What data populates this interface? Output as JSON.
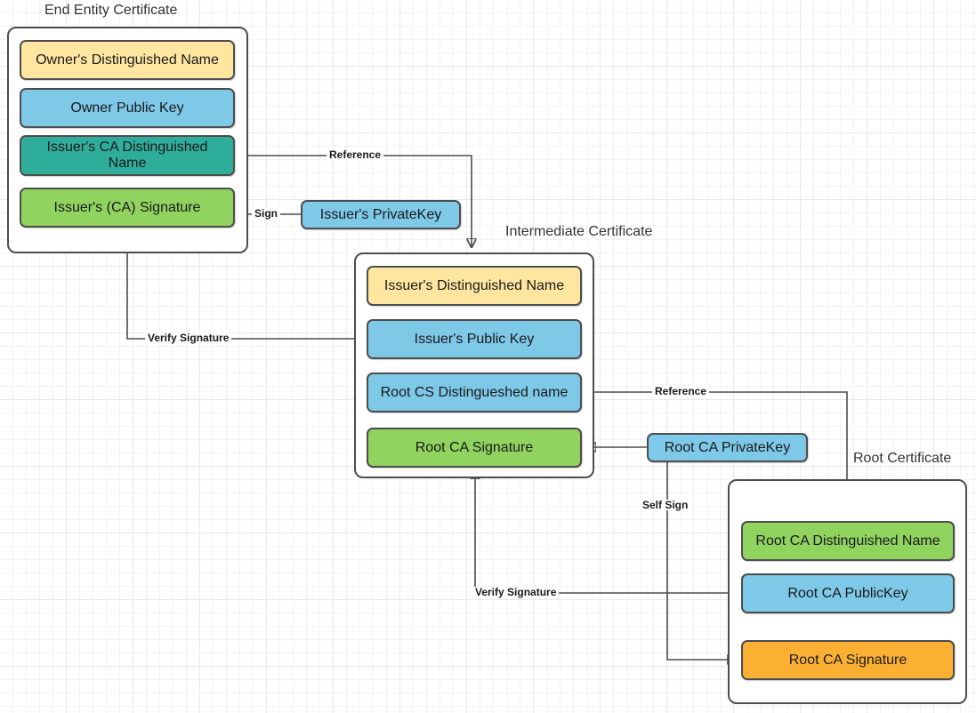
{
  "diagram": {
    "title_end_entity": "End Entity Certificate",
    "title_intermediate": "Intermediate Certificate",
    "title_root": "Root Certificate",
    "colors": {
      "yellow": "#ffe6a0",
      "blue": "#7ec8e8",
      "teal": "#2fad9b",
      "green": "#90d35f",
      "orange": "#fbb034",
      "stroke": "#4d4d4d",
      "grid_minor": "#f2f2f2",
      "grid_major": "#e8e8e8"
    }
  },
  "end_entity_certificate": {
    "fields": [
      {
        "label": "Owner's Distinguished Name",
        "color": "yellow"
      },
      {
        "label": "Owner Public  Key",
        "color": "blue"
      },
      {
        "label": "Issuer's CA Distinguished Name",
        "color": "teal"
      },
      {
        "label": "Issuer's (CA) Signature",
        "color": "green"
      }
    ]
  },
  "intermediate_certificate": {
    "fields": [
      {
        "label": "Issuer's Distinguished Name",
        "color": "yellow"
      },
      {
        "label": "Issuer's Public  Key",
        "color": "blue"
      },
      {
        "label": "Root CS Distingueshed name",
        "color": "blue"
      },
      {
        "label": "Root CA Signature",
        "color": "green"
      }
    ]
  },
  "root_certificate": {
    "fields": [
      {
        "label": "Root CA Distinguished Name",
        "color": "green"
      },
      {
        "label": "Root CA PublicKey",
        "color": "blue"
      },
      {
        "label": "Root CA Signature",
        "color": "orange"
      }
    ]
  },
  "keys": {
    "issuer_private_key": "Issuer's PrivateKey",
    "root_ca_private_key": "Root CA PrivateKey"
  },
  "edge_labels": {
    "reference_top": "Reference",
    "sign": "Sign",
    "verify_signature_top": "Verify Signature",
    "reference_bottom": "Reference",
    "self_sign": "Self Sign",
    "verify_signature_bottom": "Verify Signature"
  }
}
